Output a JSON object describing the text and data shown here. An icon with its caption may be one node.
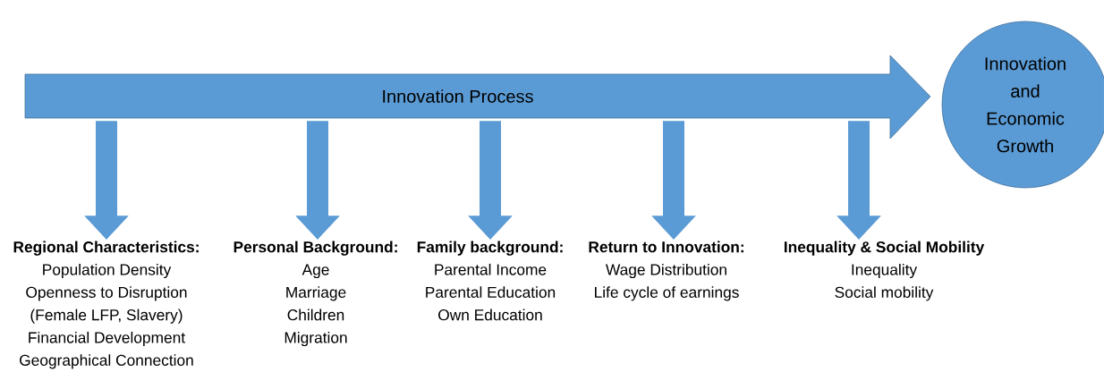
{
  "diagram": {
    "nodes": [
      {
        "text": [
          "Innovation Process"
        ]
      },
      {
        "text": [
          "Innovation and Economic Growth"
        ]
      },
      {
        "text": [
          "Regional Characteristics:",
          "Population Density",
          "Openness to Disruption",
          "(Female LFP, Slavery)",
          "Financial Development",
          "Geographical Connection"
        ]
      },
      {
        "text": [
          "Personal Background:",
          "Age",
          "Marriage",
          "Children",
          "Migration"
        ]
      },
      {
        "text": [
          "Family background:",
          "Parental Income",
          "Parental Education",
          "Own Education"
        ]
      },
      {
        "text": [
          "Return to Innovation:",
          "Wage Distribution",
          "Life cycle of earnings"
        ]
      },
      {
        "text": [
          "Inequality & Social Mobility",
          "Inequality",
          "Social mobility"
        ]
      }
    ],
    "edges": [
      {
        "from": 0,
        "to": 2,
        "arrow": "to"
      },
      {
        "from": 0,
        "to": 3,
        "arrow": "to"
      },
      {
        "from": 0,
        "to": 4,
        "arrow": "to"
      },
      {
        "from": 0,
        "to": 5,
        "arrow": "to"
      },
      {
        "from": 0,
        "to": 6,
        "arrow": "to"
      }
    ]
  }
}
